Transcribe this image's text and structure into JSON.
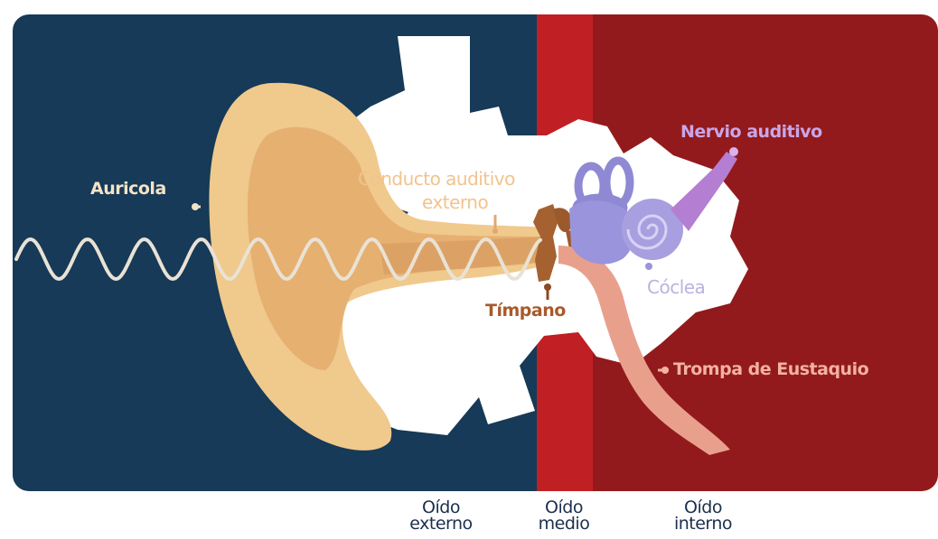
{
  "labels": {
    "auricle": "Auricola",
    "canal_line1": "Conducto auditivo",
    "canal_line2": "externo",
    "auditory_nerve": "Nervio auditivo",
    "cochlea": "Cóclea",
    "eardrum": "Tímpano",
    "eustachian": "Trompa de Eustaquio"
  },
  "zones": [
    {
      "line1": "Oído",
      "line2": "externo"
    },
    {
      "line1": "Oído",
      "line2": "medio"
    },
    {
      "line1": "Oído",
      "line2": "interno"
    }
  ],
  "colors": {
    "outer_ear_bg": "#163a57",
    "middle_ear_bg": "#c01f24",
    "inner_ear_bg": "#921a1c",
    "ear_skin": "#f0c98c",
    "auricle_label": "#f4e3c8",
    "canal_label": "#f2c38e",
    "nerve_label": "#c9a6e8",
    "cochlea_label": "#b9b3e0",
    "eardrum_label": "#a85a2c",
    "eustachian_label": "#f3b2a0",
    "zone_label": "#1c2f4d"
  }
}
